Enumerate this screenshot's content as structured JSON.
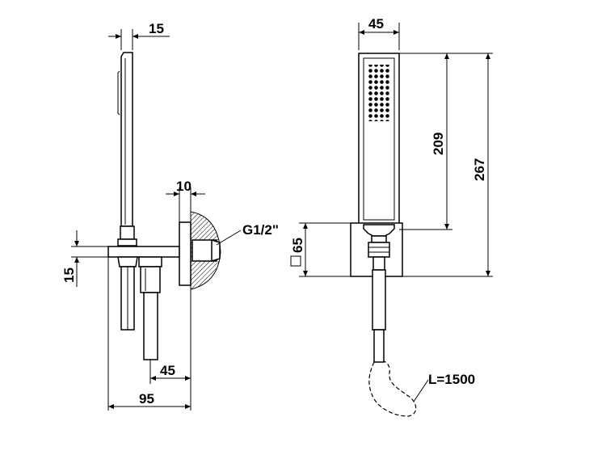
{
  "dimensions": {
    "side_top_width": "15",
    "side_wall_offset": "10",
    "side_thread": "G1/2\"",
    "side_left_height": "15",
    "side_bottom_inner": "45",
    "side_bottom_total": "95",
    "front_top_width": "45",
    "front_handle_height": "209",
    "front_total_height": "267",
    "front_bracket_square": "65",
    "front_hose_length": "L=1500"
  }
}
